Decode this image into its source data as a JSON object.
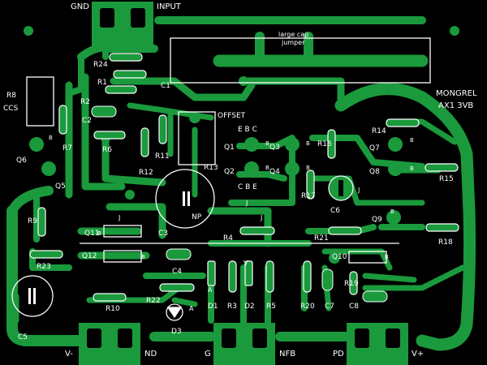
{
  "colors": {
    "background": "#000000",
    "copper": "#1a9a3c",
    "silk": "#ffffff"
  },
  "connectors": {
    "top": {
      "left": "GND",
      "right": "INPUT"
    },
    "bottom_left": {
      "left": "V-",
      "right": "ND"
    },
    "bottom_mid": {
      "left": "G",
      "right": "NFB"
    },
    "bottom_right": {
      "left": "PD",
      "right": "V+"
    }
  },
  "board_title": {
    "line1": "MONGREL",
    "line2": "AX1 3VB"
  },
  "notes": {
    "cap": "large cap",
    "jumper": "jumper",
    "offset": "OFFSET"
  },
  "designators": {
    "R24": "R24",
    "C1": "C1",
    "R8": "R8",
    "CCS": "CCS",
    "R1": "R1",
    "R2": "R2",
    "C2": "C2",
    "R7": "R7",
    "R6": "R6",
    "Q6": "Q6",
    "Q5": "Q5",
    "R11": "R11",
    "R12": "R12",
    "R13": "R13",
    "Q1": "Q1",
    "Q2": "Q2",
    "Q3": "Q3",
    "Q4": "Q4",
    "R16": "R16",
    "R14": "R14",
    "Q7": "Q7",
    "Q8": "Q8",
    "R15": "R15",
    "R17": "R17",
    "C6": "C6",
    "Q9": "Q9",
    "R18": "R18",
    "R9": "R9",
    "Q11": "Q11",
    "Q12": "Q12",
    "C3": "C3",
    "NP": "NP",
    "R4": "R4",
    "R21": "R21",
    "R23": "R23",
    "C4": "C4",
    "Q10": "Q10",
    "R19": "R19",
    "C5": "C5",
    "R10": "R10",
    "R22": "R22",
    "D1": "D1",
    "R3": "R3",
    "D2": "D2",
    "R5": "R5",
    "R20": "R20",
    "C7": "C7",
    "C8": "C8",
    "D3": "D3"
  },
  "pins": {
    "E": "E",
    "B": "B",
    "C": "C",
    "J": "J",
    "A": "A",
    "V": "V"
  },
  "pin_sequences": {
    "top": "E  B  C",
    "bottom": "C  B  E"
  }
}
